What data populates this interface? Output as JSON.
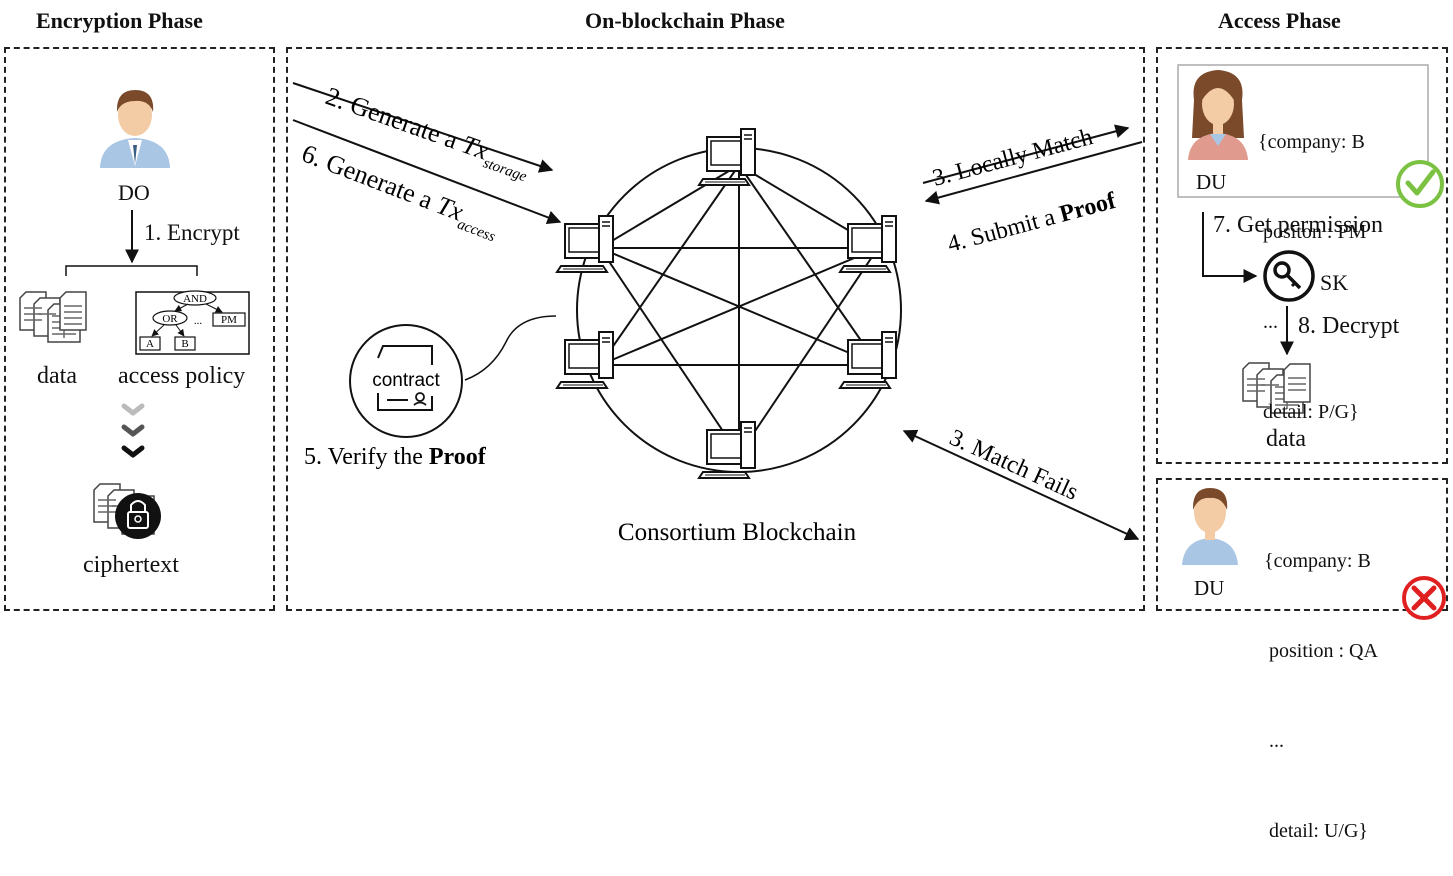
{
  "phases": {
    "encryption": "Encryption Phase",
    "onchain": "On-blockchain Phase",
    "access": "Access Phase"
  },
  "encryption": {
    "owner_label": "DO",
    "step1": "1. Encrypt",
    "data_label": "data",
    "policy_label": "access policy",
    "policy_tree": {
      "root": "AND",
      "or": "OR",
      "ellipsis": "...",
      "pm": "PM",
      "a": "A",
      "b": "B"
    },
    "ciphertext_label": "ciphertext"
  },
  "onchain": {
    "step2_prefix": "2. Generate a ",
    "step2_sub": "storage",
    "step6_prefix": "6. Generate a ",
    "step6_sub": "access",
    "tx_symbol": "Tx",
    "step3_match": "3. Locally Match",
    "step4_prefix": "4. Submit a ",
    "step4_bold": "Proof",
    "step3_fail": "3. Match Fails",
    "contract_label": "contract",
    "step5_prefix": "5. Verify the ",
    "step5_bold": "Proof",
    "network_label": "Consortium Blockchain"
  },
  "access": {
    "du1_label": "DU",
    "du1_attrs": [
      "{company: B",
      " positon : PM",
      " ...",
      " detail: P/G}"
    ],
    "step7": "7. Get permission",
    "sk_label": "SK",
    "step8": "8. Decrypt",
    "data_label": "data",
    "du2_label": "DU",
    "du2_attrs": [
      "{company: B",
      " position : QA",
      " ...",
      " detail: U/G}"
    ]
  },
  "colors": {
    "success": "#7cc242",
    "fail": "#e02020",
    "skin": "#f3cba5",
    "shirt": "#a9c6e4",
    "hair": "#7a4a2a"
  },
  "icons": [
    "user-icon",
    "document-icon",
    "lock-icon",
    "computer-icon",
    "key-icon",
    "check-icon",
    "cross-icon",
    "contract-icon"
  ]
}
